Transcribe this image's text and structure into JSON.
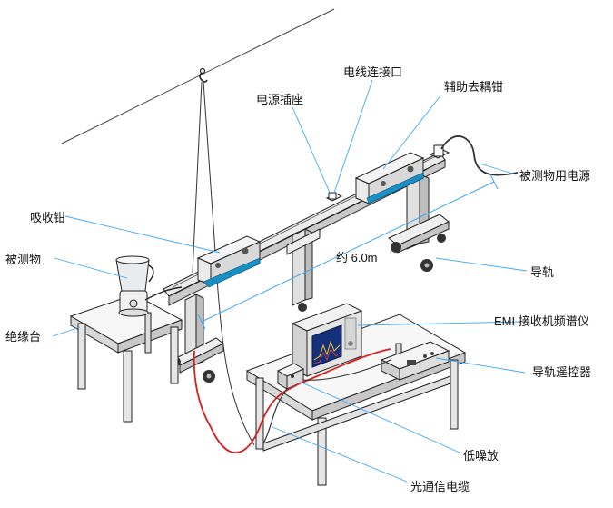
{
  "labels": {
    "power_connector": "电线连接口",
    "power_socket": "电源插座",
    "aux_clamp": "辅助去耦钳",
    "eut_power": "被测物用电源",
    "absorbing_clamp": "吸收钳",
    "eut": "被测物",
    "distance": "约 6.0m",
    "rail": "导轨",
    "insulating_table": "绝缘台",
    "emi_receiver": "EMI 接收机频谱仪",
    "rail_controller": "导轨遥控器",
    "lna": "低噪放",
    "fiber_cable": "光通信电缆"
  },
  "colors": {
    "leader_line": "#3fa9f5",
    "clamp_accent": "#1a8fc4",
    "rf_cable": "#d62020",
    "outline": "#222222"
  }
}
